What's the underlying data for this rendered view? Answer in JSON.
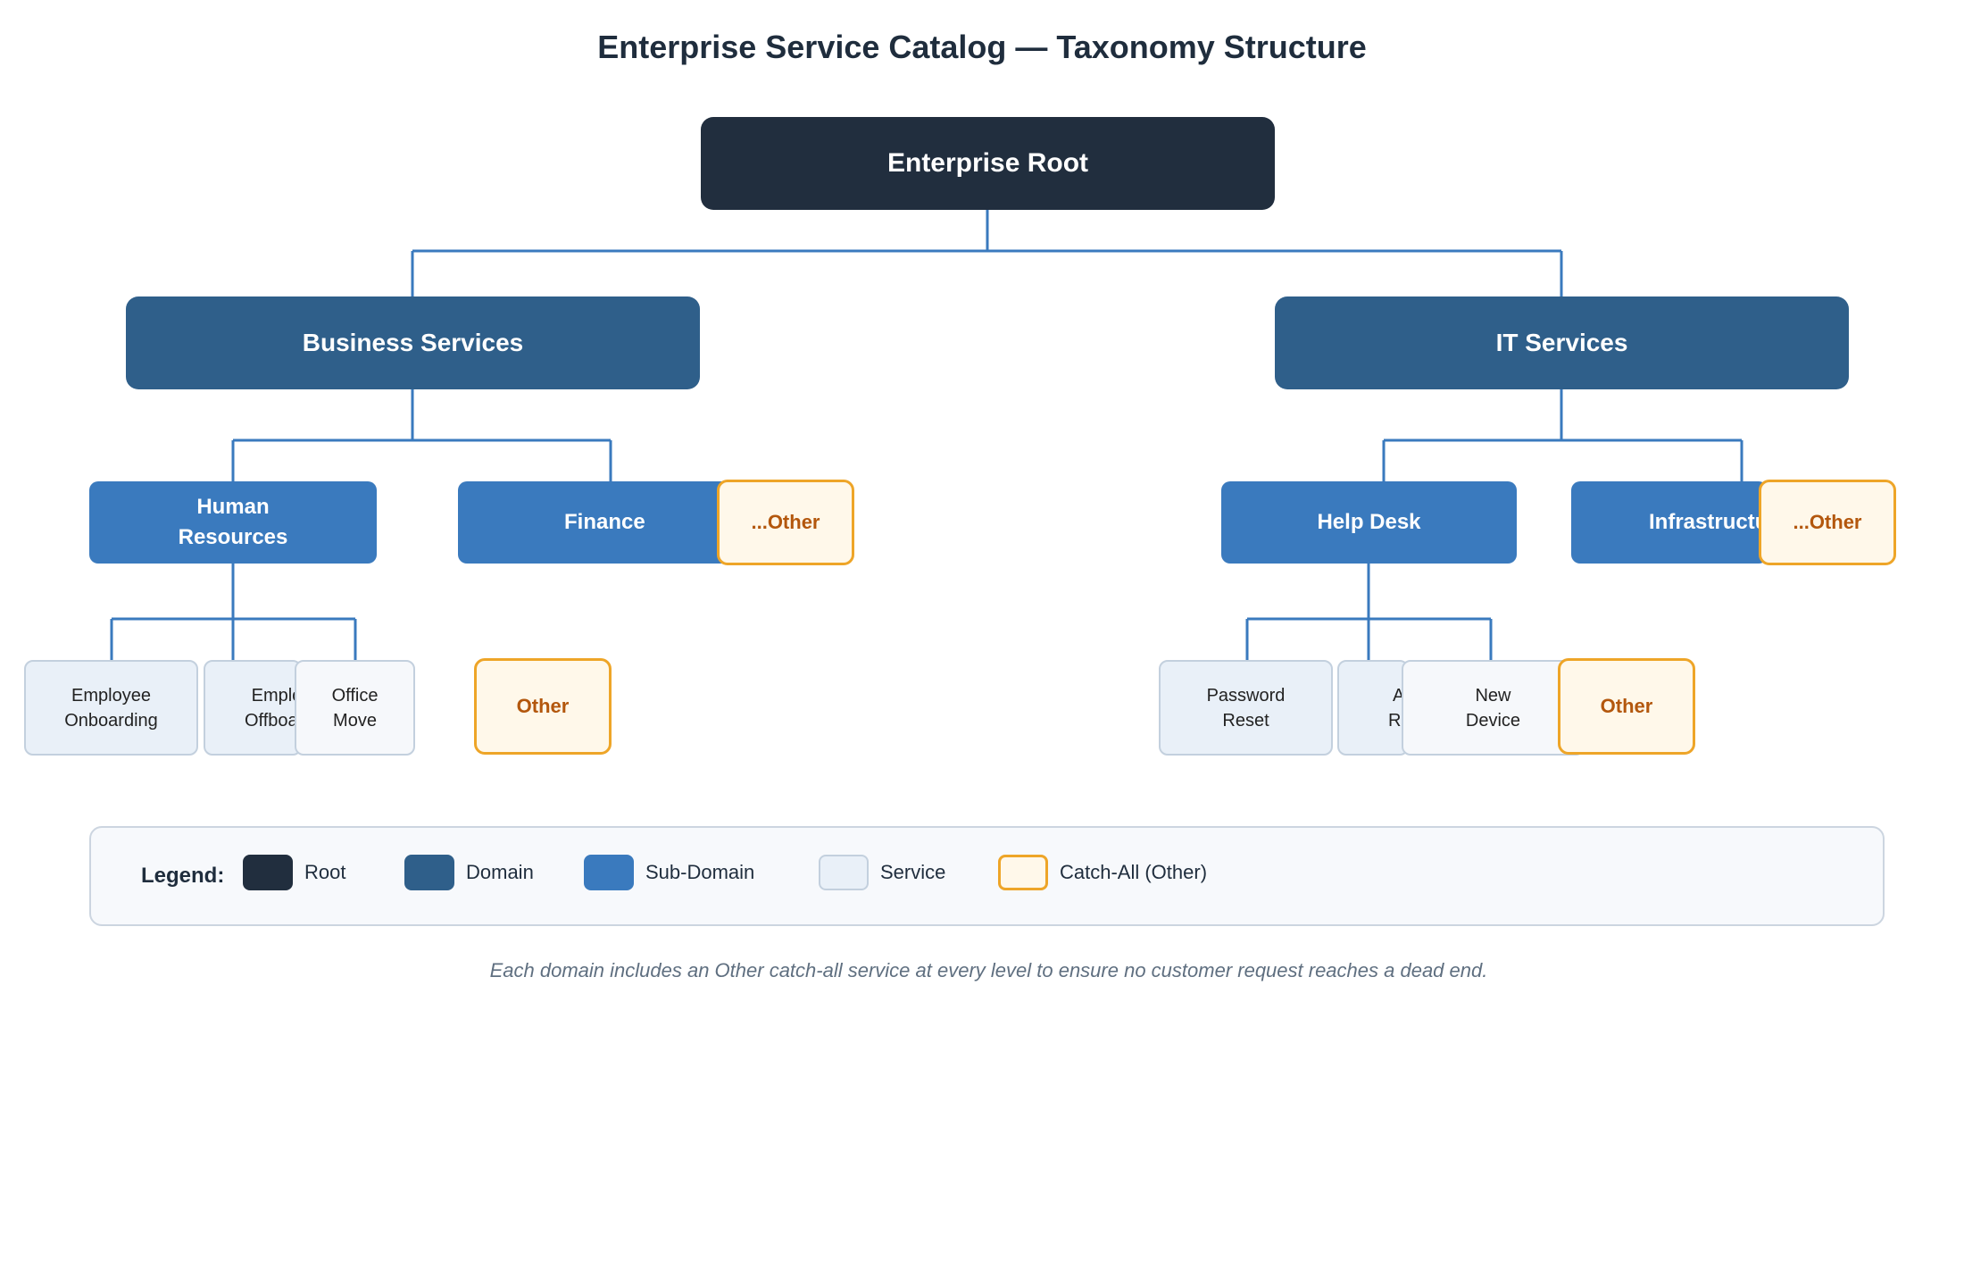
{
  "title": "Enterprise Service Catalog — Taxonomy Structure",
  "colors": {
    "root": "#212e3e",
    "domain": "#2f5f8a",
    "sub_domain": "#3a7abe",
    "service_fill": "#e9f0f8",
    "service_border": "#c3d0de",
    "catch_all_fill": "#fff8ea",
    "catch_all_border": "#eea528",
    "catch_all_text": "#b3570d",
    "connector": "#3a7abe"
  },
  "tree": {
    "root": "Enterprise Root",
    "domains": [
      {
        "label": "Business Services",
        "sub_domains": [
          {
            "label": "Human\nResources",
            "services": [
              "Employee\nOnboarding",
              "Employee\nOffboarding",
              "Office\nMove"
            ]
          },
          {
            "label": "Finance",
            "catch_all": "...Other"
          }
        ],
        "catch_all": "Other"
      },
      {
        "label": "IT Services",
        "sub_domains": [
          {
            "label": "Help Desk",
            "services": [
              "Password\nReset",
              "Access\nRequest",
              "New\nDevice"
            ],
            "catch_all": "Other"
          },
          {
            "label": "Infrastructure",
            "catch_all": "...Other"
          }
        ]
      }
    ]
  },
  "legend": {
    "label": "Legend:",
    "items": [
      {
        "label": "Root",
        "kind": "root"
      },
      {
        "label": "Domain",
        "kind": "domain"
      },
      {
        "label": "Sub-Domain",
        "kind": "sub-domain"
      },
      {
        "label": "Service",
        "kind": "service"
      },
      {
        "label": "Catch-All (Other)",
        "kind": "catch-all"
      }
    ]
  },
  "footnote": "Each domain includes an Other catch-all service at every level to ensure no customer request reaches a dead end."
}
